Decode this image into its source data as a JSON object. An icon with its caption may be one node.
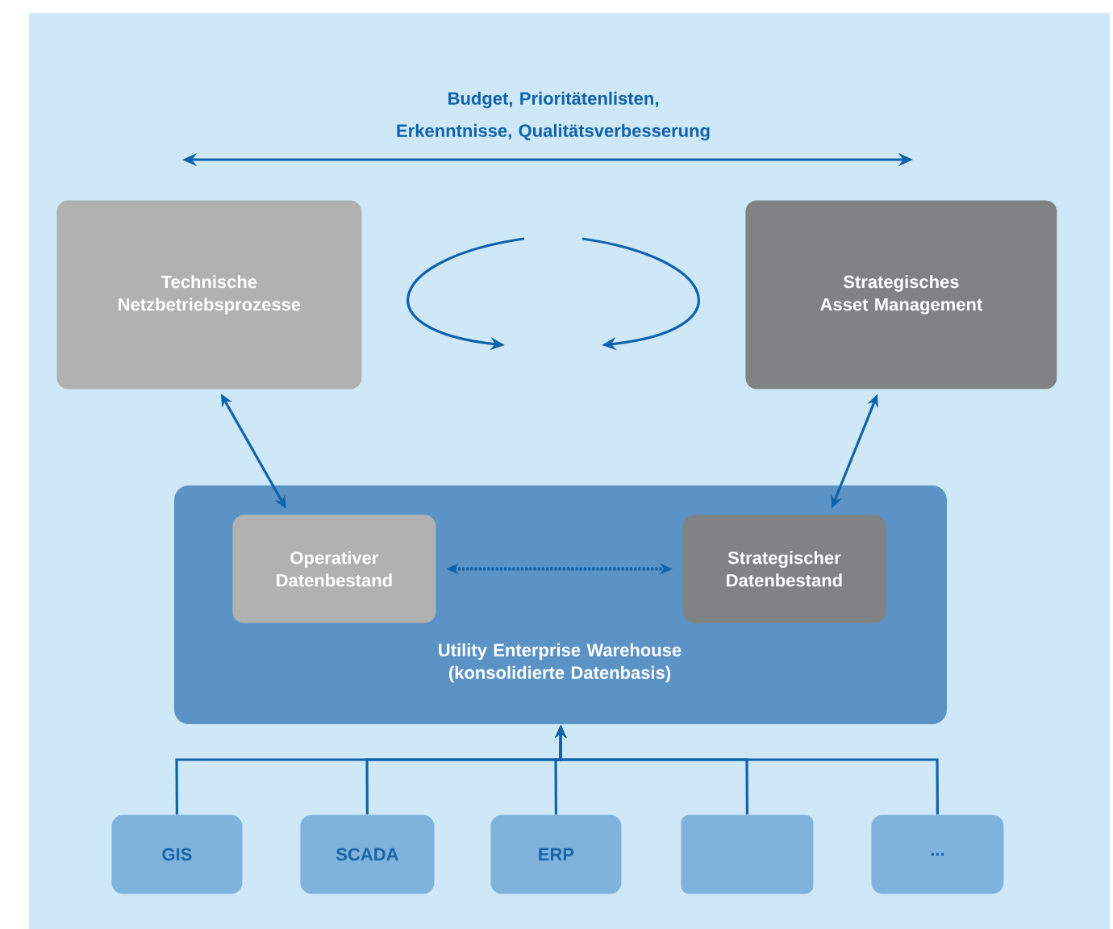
{
  "diagram": {
    "nodes": [
      {
        "text": [
          "Technische Netzbetriebsprozesse"
        ]
      },
      {
        "text": [
          "Strategisches Asset Management"
        ]
      },
      {
        "text": [
          "Utility Enterprise Warehouse (konsolidierte Datenbasis)"
        ]
      },
      {
        "text": [
          "Operativer Datenbestand"
        ],
        "in": 2
      },
      {
        "text": [
          "Strategischer Datenbestand"
        ],
        "in": 2
      },
      {
        "text": [
          "GIS"
        ]
      },
      {
        "text": [
          "SCADA"
        ]
      },
      {
        "text": [
          "ERP"
        ]
      },
      {
        "text": [],
        "shape": "box"
      },
      {
        "text": [
          "..."
        ]
      }
    ],
    "edges": [
      {
        "from": 0,
        "to": 3,
        "arrow": "both"
      },
      {
        "from": 1,
        "to": 4,
        "arrow": "both"
      },
      {
        "from": 3,
        "to": 4,
        "arrow": "both",
        "style": "dashed"
      },
      {
        "from": 5,
        "to": 2,
        "arrow": "to"
      },
      {
        "from": 6,
        "to": 2,
        "arrow": "to"
      },
      {
        "from": 7,
        "to": 2,
        "arrow": "to"
      },
      {
        "from": 8,
        "to": 2,
        "arrow": "to"
      },
      {
        "from": 9,
        "to": 2,
        "arrow": "to"
      }
    ],
    "labels": [
      "Budget, Prioritätenlisten, Erkenntnisse, Qualitätsverbesserung"
    ]
  }
}
